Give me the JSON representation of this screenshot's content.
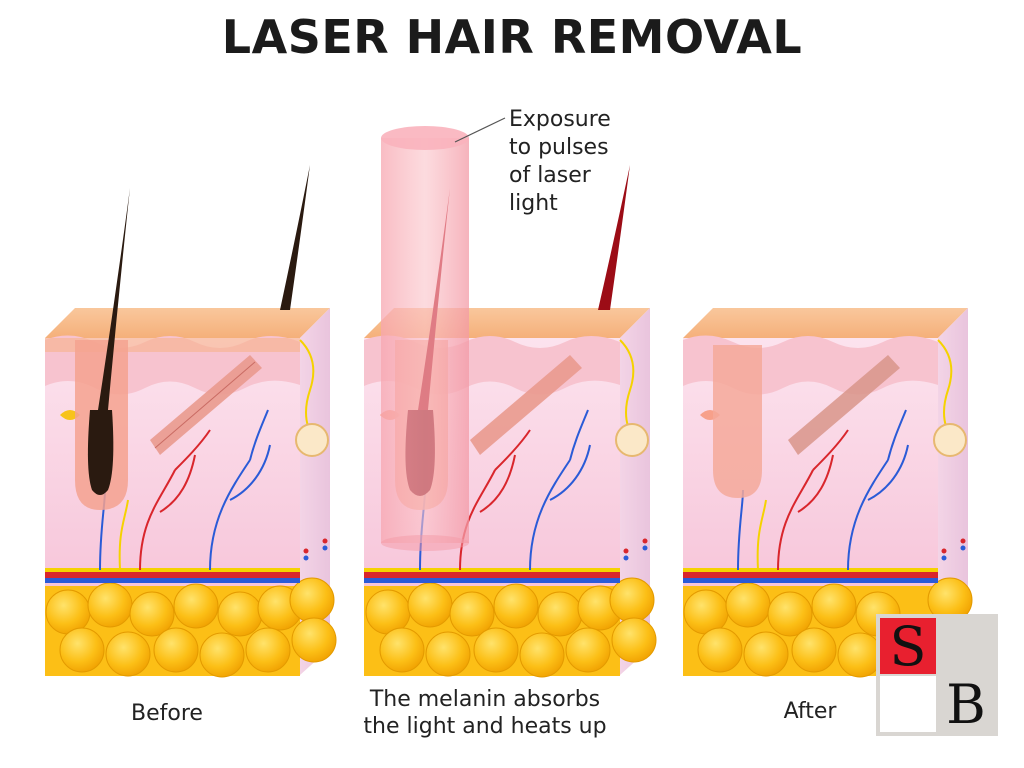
{
  "title": "LASER HAIR REMOVAL",
  "annotation": {
    "line1": "Exposure",
    "line2": "to pulses",
    "line3": "of laser",
    "line4": "light"
  },
  "captions": {
    "before": "Before",
    "middle_line1": "The melanin absorbs",
    "middle_line2": "the light and heats up",
    "after": "After"
  },
  "logo": {
    "letter_top": "S",
    "letter_bottom": "B"
  },
  "colors": {
    "skin_top": "#f7b98a",
    "dermis": "#fbd6e6",
    "fat": "#fcbf16",
    "artery": "#d9262c",
    "vein": "#2a5bd7",
    "hair_dark": "#2a1a10",
    "hair_heated": "#8c0a12",
    "laser": "#f7a6b0"
  }
}
